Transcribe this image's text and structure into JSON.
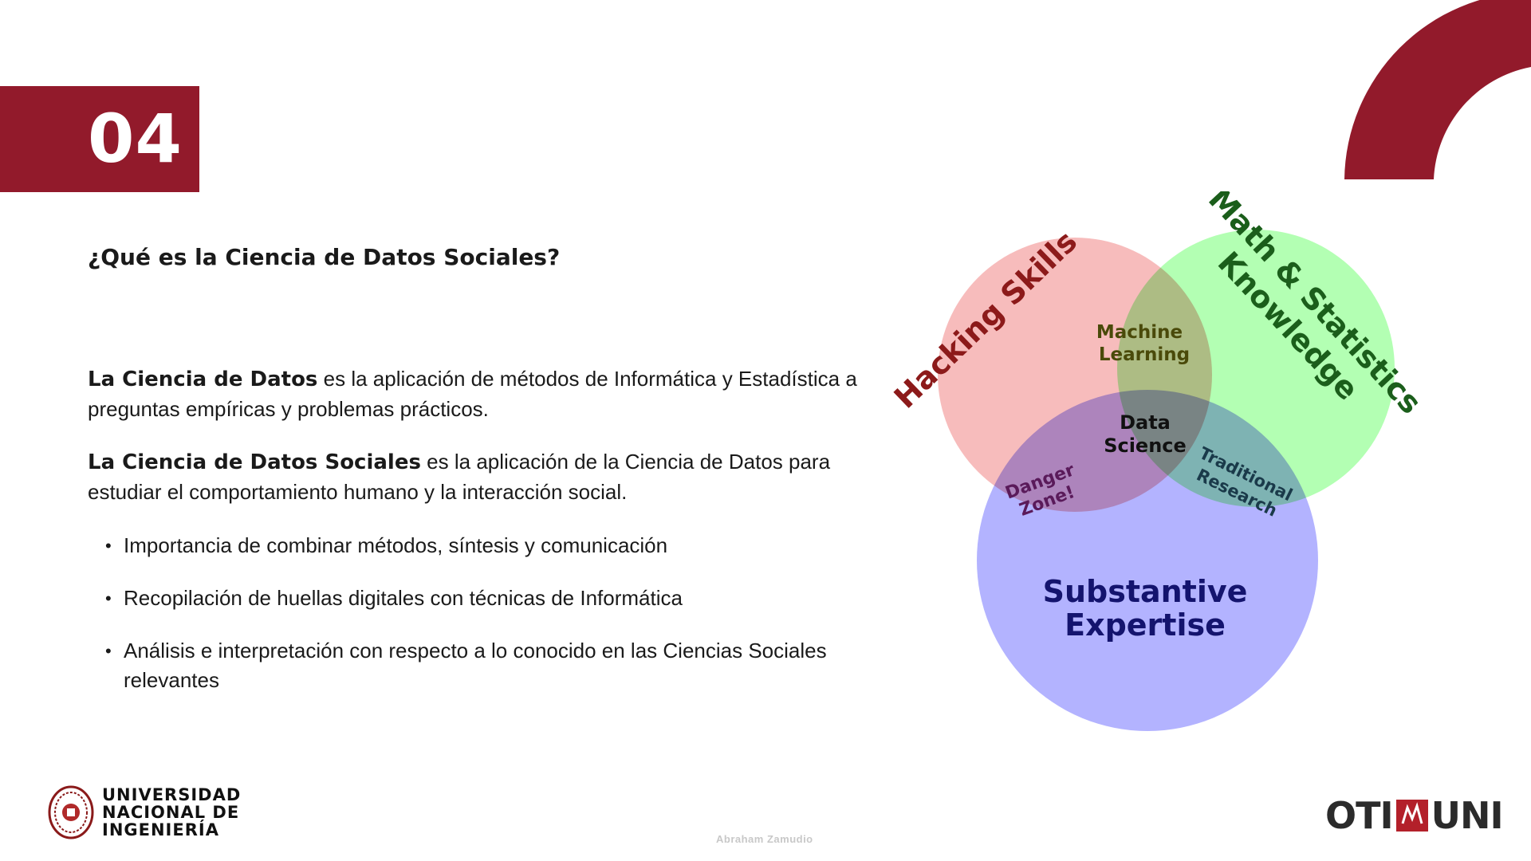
{
  "slide": {
    "number": "04"
  },
  "heading": "¿Qué es la Ciencia de Datos Sociales?",
  "paragraphs": [
    {
      "term": "La Ciencia de Datos",
      "text": " es la aplicación de métodos de Informática y Estadística a preguntas empíricas y problemas prácticos."
    },
    {
      "term": "La Ciencia de Datos Sociales",
      "text": " es la aplicación de la Ciencia de Datos para estudiar el comportamiento humano y la interacción social."
    }
  ],
  "bullets": [
    "Importancia de combinar métodos, síntesis y comunicación",
    "Recopilación de huellas digitales con técnicas de Informática",
    "Análisis e interpretación con respecto a lo conocido en las Ciencias Sociales relevantes"
  ],
  "venn": {
    "hacking": "Hacking Skills",
    "math_line1": "Math & Statistics",
    "math_line2": "Knowledge",
    "substantive_line1": "Substantive",
    "substantive_line2": "Expertise",
    "ml_line1": "Machine",
    "ml_line2": "Learning",
    "ds_line1": "Data",
    "ds_line2": "Science",
    "danger_line1": "Danger",
    "danger_line2": "Zone!",
    "trad_line1": "Traditional",
    "trad_line2": "Research"
  },
  "footer": {
    "university": [
      "UNIVERSIDAD",
      "NACIONAL DE",
      "INGENIERÍA"
    ],
    "author": "Abraham Zamudio",
    "oti_left": "OTI",
    "oti_right": "UNI"
  },
  "colors": {
    "accent": "#921a2b",
    "hacking_circle": "#f7bcbc",
    "math_circle": "#b3ffb3",
    "substantive_circle": "#b3b3ff"
  }
}
